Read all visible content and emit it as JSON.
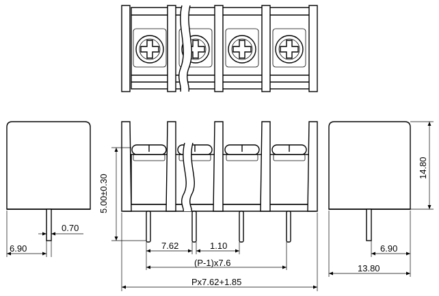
{
  "dimensions": {
    "side_left_pin_offset": "6.90",
    "pin_width": "0.70",
    "pitch": "7.62",
    "pin_gap": "1.10",
    "pitch_span": "(P-1)x7.6",
    "overall_length": "Px7.62+1.85",
    "screw_height": "5.00±0.30",
    "height": "14.80",
    "side_right_pin_offset": "6.90",
    "depth": "13.80"
  },
  "colors": {
    "line": "#000000",
    "background": "#ffffff"
  },
  "counts": {
    "positions": 4
  }
}
